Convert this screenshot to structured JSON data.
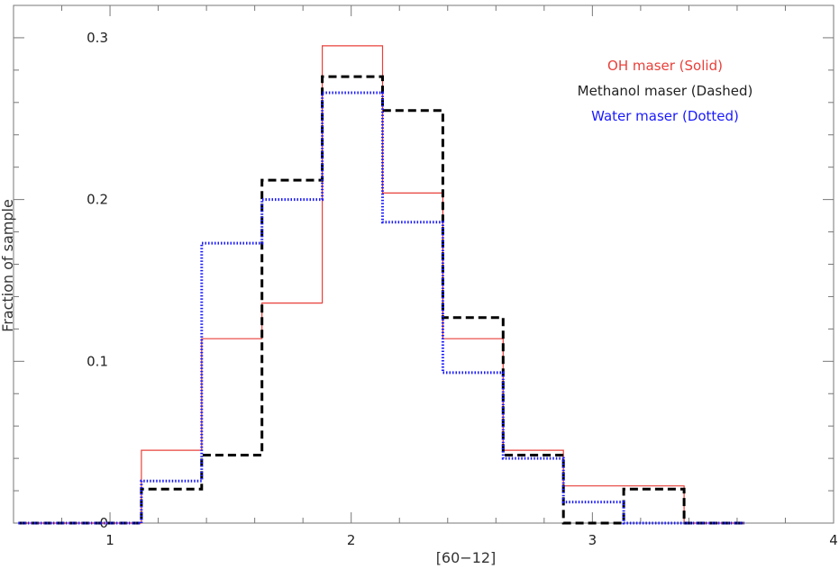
{
  "chart_data": {
    "type": "histogram-step",
    "xlabel": "[60−12]",
    "ylabel": "Fraction of sample",
    "xlim": [
      0.6,
      4.0
    ],
    "ylim": [
      0,
      0.32
    ],
    "xticks": [
      1,
      2,
      3,
      4
    ],
    "xtick_labels": [
      "1",
      "2",
      "3",
      "4"
    ],
    "yticks": [
      0,
      0.1,
      0.2,
      0.3
    ],
    "ytick_labels": [
      "0",
      "0.1",
      "0.2",
      "0.3"
    ],
    "bin_edges": [
      0.62,
      0.87,
      1.13,
      1.38,
      1.63,
      1.88,
      2.13,
      2.38,
      2.63,
      2.88,
      3.13,
      3.38,
      3.63
    ],
    "grid": false,
    "legend_position": "top-right",
    "series": [
      {
        "name": "OH maser (Solid)",
        "style": "solid",
        "color": "#e8403a",
        "values": [
          0,
          0,
          0.045,
          0.114,
          0.136,
          0.295,
          0.204,
          0.114,
          0.045,
          0.023,
          0.023,
          0
        ]
      },
      {
        "name": "Methanol maser (Dashed)",
        "style": "dashed",
        "color": "#000000",
        "values": [
          0,
          0,
          0.021,
          0.042,
          0.212,
          0.276,
          0.255,
          0.127,
          0.042,
          0,
          0.021,
          0
        ]
      },
      {
        "name": "Water maser (Dotted)",
        "style": "dotted",
        "color": "#1a1aff",
        "values": [
          0,
          0,
          0.026,
          0.173,
          0.2,
          0.266,
          0.186,
          0.093,
          0.04,
          0.013,
          0,
          0
        ]
      }
    ]
  }
}
